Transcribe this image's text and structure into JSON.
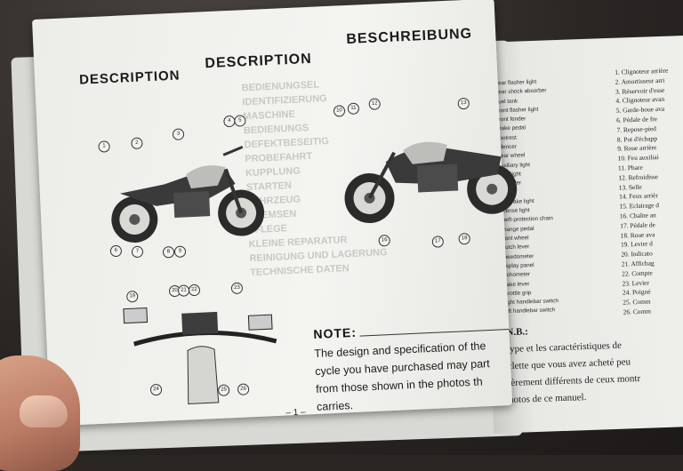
{
  "titles": [
    "DESCRIPTION",
    "DESCRIPTION",
    "BESCHREIBUNG"
  ],
  "note": {
    "heading": "NOTE:",
    "lines": [
      "The design and specification of the",
      "cycle you have purchased may part",
      "from those shown in the photos th",
      "carries."
    ]
  },
  "page_number": "– 1 –",
  "callouts_side": [
    "1",
    "2",
    "3",
    "4",
    "5",
    "6",
    "7",
    "8",
    "9"
  ],
  "callouts_right": [
    "10",
    "11",
    "12",
    "13",
    "16",
    "17",
    "18"
  ],
  "callouts_handlebar": [
    "19",
    "20",
    "21",
    "22",
    "23",
    "24",
    "25",
    "26"
  ],
  "parts_en": [
    "Rear flasher light",
    "Rear shock absorber",
    "Fuel tank",
    "Front flasher light",
    "Front fender",
    "Brake pedal",
    "Footrest",
    "Silencer",
    "Rear wheel",
    "Auxiliary light",
    "Headlight",
    "Oil cooler",
    "Seat",
    "Tail/brake light",
    "License light",
    "Theft-protection chain",
    "Change pedal",
    "Front wheel",
    "Clutch lever",
    "Speedometer",
    "Display panel",
    "Tachometer",
    "Brake lever",
    "Throttle grip",
    "Right handlebar switch",
    "Left handlebar switch"
  ],
  "parts_fr": [
    "1. Clignoteur arrière",
    "2. Amortisseur arri",
    "3. Réservoir d'esse",
    "4. Clignoteur avan",
    "5. Garde-boue ava",
    "6. Pédale de fre",
    "7. Repose-pied",
    "8. Pot d'échapp",
    "9. Roue arrière",
    "10. Feu auxiliai",
    "11. Phare",
    "12. Refroidisse",
    "13. Selle",
    "14. Feux arrièr",
    "15. Eclairage d",
    "16. Chaîne an",
    "17. Pédale de",
    "18. Roue ava",
    "19. Levier d",
    "20. Indicato",
    "21. Affichag",
    "22. Compte",
    "23. Levier",
    "24. Poigné",
    "25. Comm",
    "26. Comm"
  ],
  "fr_note": {
    "heading": "N.B.:",
    "lines": [
      "type et les caractéristiques de",
      "clette que vous avez acheté peu",
      "lèrement différents de ceux montr",
      "hotos de ce manuel."
    ]
  },
  "ghost_toc": [
    "BEDIENUNGSEL",
    "IDENTIFIZIERUNG",
    "MASCHINE",
    "BEDIENUNGS",
    "DEFEKTBESEITIG",
    "PROBEFAHRT",
    "KUPPLUNG",
    "STARTEN",
    "FAHRZEUG",
    "BREMSEN",
    "PFLEGE",
    "KLEINE REPARATUR",
    "REINIGUNG UND LAGERUNG",
    "TECHNISCHE DATEN"
  ],
  "colors": {
    "page": "#f2f2ee",
    "ink": "#1b1b1b",
    "background": "#2a2624"
  }
}
